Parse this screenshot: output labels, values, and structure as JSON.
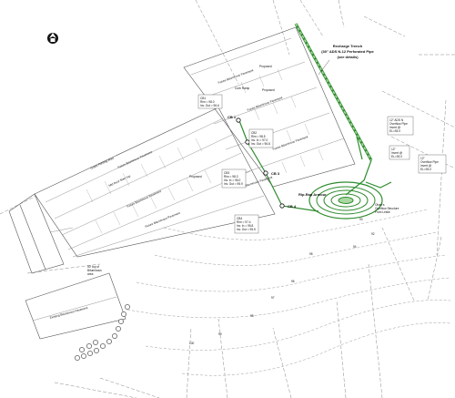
{
  "title": {
    "line1": "Recharge Trench",
    "line2": "(30\" ADS N-12 Perforated Pipe",
    "line3": "(see details)"
  },
  "catch_basins": [
    "CB 1",
    "CB 2",
    "CB 3",
    "CB 4"
  ],
  "basin_data": [
    {
      "lines": [
        "CB2",
        "Rim = 98.5",
        "Inv. In = 97.0",
        "Inv. Out = 96.8"
      ]
    },
    {
      "lines": [
        "CB1",
        "Rim = 98.0",
        "Inv. Out = 96.6"
      ]
    },
    {
      "lines": [
        "CB3",
        "Rim = 98.3",
        "Inv. In = 96.0",
        "Inv. Out = 95.9"
      ]
    },
    {
      "lines": [
        "CB4",
        "Rim = 97.4",
        "Inv. In = 95.8",
        "Inv. Out = 95.5"
      ]
    }
  ],
  "callouts": {
    "overflow_top": [
      "12\" ADS N",
      "Overflow Pipe",
      "Invert @",
      "EL=93.0"
    ],
    "overflow_mid": [
      "12\"",
      "Invert @",
      "EL=93.0"
    ],
    "overflow_right": [
      "12\"",
      "Overflow Pipe",
      "Invert @",
      "EL=93.0"
    ],
    "olsen": [
      "Olsen's",
      "Overflow Structure",
      "From Leslie"
    ],
    "riprap": "Rip-Rap Armour",
    "buffer": [
      "50' top of",
      "Bituminous",
      "area"
    ]
  },
  "pavement_labels": [
    "Future Bituminous Pavement",
    "Future Bituminous Pavement",
    "Future Bituminous Pavement",
    "Future Bituminous Pavement",
    "Future Bituminous Pavement",
    "Future Bituminous Pavement",
    "Bituminous Pavement",
    "Existing Bituminous Pavement"
  ],
  "misc_labels": {
    "proposed_1": "Proposed",
    "proposed_2": "Proposed",
    "proposed_3": "Proposed",
    "grid_label": "Grass Parking Area",
    "ramp": "Curb Ramp",
    "mid_future": "Mid Roof Slab Top"
  },
  "contour_labels": [
    "92",
    "93",
    "94",
    "95",
    "96",
    "97",
    "98",
    "99",
    "100"
  ],
  "north_icon": "north-arrow-icon"
}
